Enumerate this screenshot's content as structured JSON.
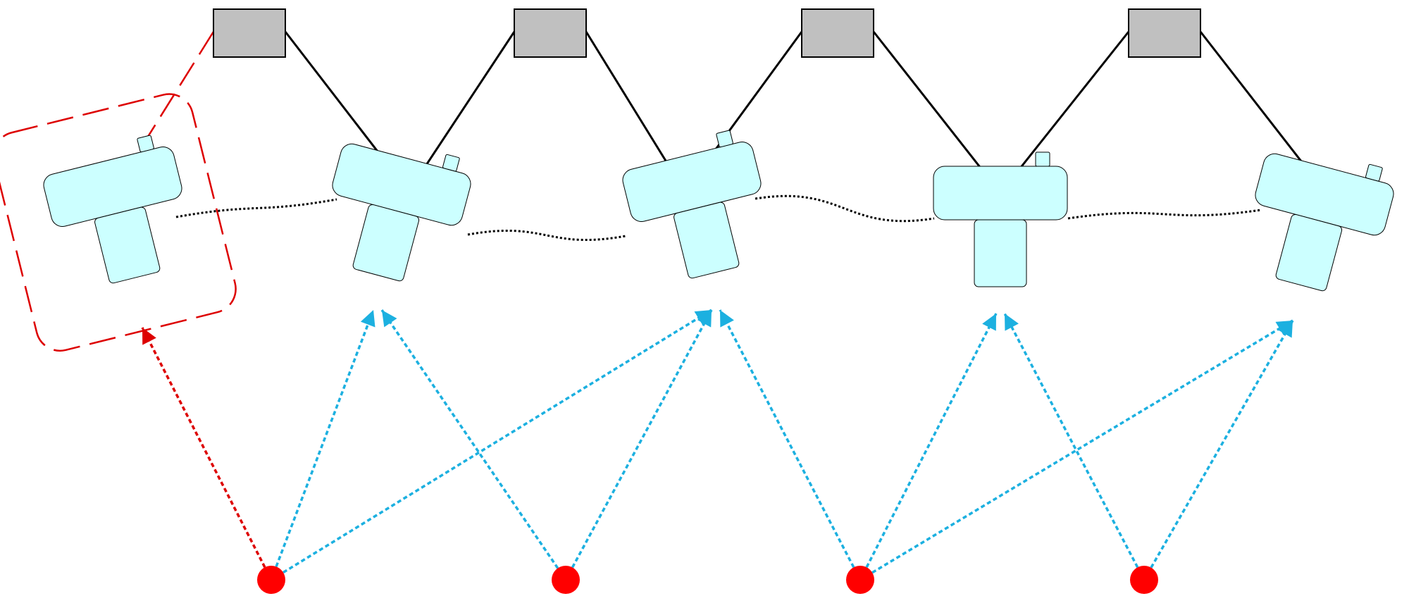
{
  "colors": {
    "camera_fill": "#ccffff",
    "camera_stroke": "#000000",
    "box_fill": "#c0c0c0",
    "marker": "#ff0000",
    "ray_valid": "#1cb0e0",
    "ray_outlier": "#dd0000",
    "highlight": "#dd0000"
  },
  "cameras": [
    {
      "id": "camera-1",
      "highlighted": true
    },
    {
      "id": "camera-2"
    },
    {
      "id": "camera-3"
    },
    {
      "id": "camera-4"
    },
    {
      "id": "camera-5"
    }
  ],
  "box_nodes": [
    {
      "id": "box-node-1"
    },
    {
      "id": "box-node-2"
    },
    {
      "id": "box-node-3"
    },
    {
      "id": "box-node-4"
    }
  ],
  "markers": [
    {
      "id": "marker-1"
    },
    {
      "id": "marker-2"
    },
    {
      "id": "marker-3"
    },
    {
      "id": "marker-4"
    }
  ],
  "box_links": [
    {
      "box": 1,
      "camera": 2
    },
    {
      "box": 2,
      "camera": 2
    },
    {
      "box": 2,
      "camera": 3
    },
    {
      "box": 3,
      "camera": 3
    },
    {
      "box": 3,
      "camera": 4
    },
    {
      "box": 4,
      "camera": 4
    },
    {
      "box": 4,
      "camera": 5
    }
  ],
  "outlier_box_link": {
    "box": 1,
    "camera": 1
  },
  "chain_links": [
    [
      1,
      2
    ],
    [
      2,
      3
    ],
    [
      3,
      4
    ],
    [
      4,
      5
    ]
  ],
  "rays": [
    {
      "marker": 1,
      "camera": 1,
      "outlier": true
    },
    {
      "marker": 1,
      "camera": 2
    },
    {
      "marker": 1,
      "camera": 3
    },
    {
      "marker": 2,
      "camera": 2
    },
    {
      "marker": 2,
      "camera": 3
    },
    {
      "marker": 3,
      "camera": 3
    },
    {
      "marker": 3,
      "camera": 4
    },
    {
      "marker": 3,
      "camera": 5
    },
    {
      "marker": 4,
      "camera": 4
    },
    {
      "marker": 4,
      "camera": 5
    }
  ]
}
